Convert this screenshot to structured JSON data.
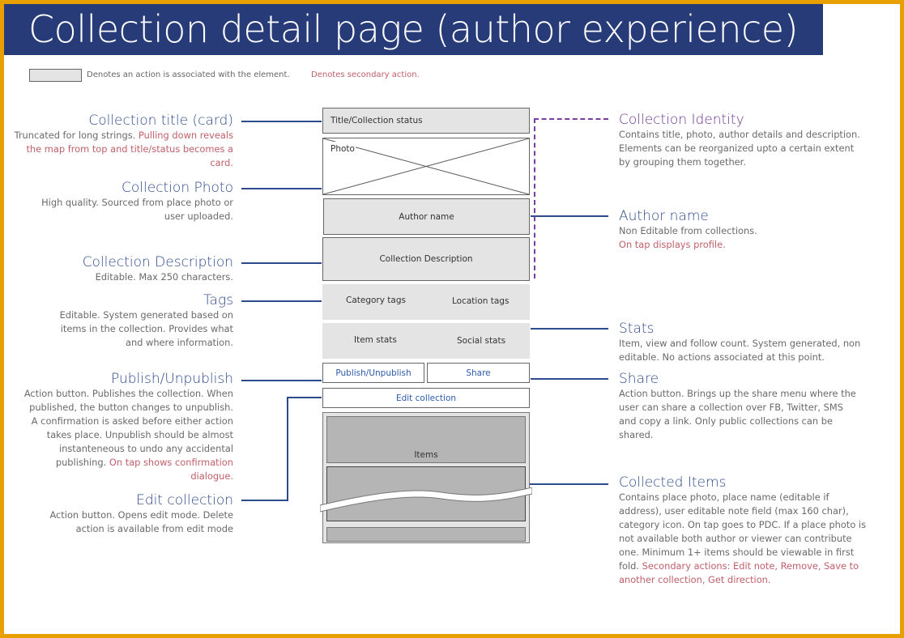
{
  "title": "Collection detail page (author experience)",
  "legend": {
    "action_text": "Denotes an action is associated with the element.",
    "secondary_text": "Denotes secondary action."
  },
  "colors": {
    "frame": "#e8a000",
    "banner": "#273b78",
    "heading_blue": "#2d4a8c",
    "heading_purple": "#6a3590",
    "secondary_action": "#c0606a",
    "body_gray": "#6a6a6a",
    "action_box": "#e4e4e4",
    "items_box": "#b5b5b5"
  },
  "mockup": {
    "title_status": "Title/Collection status",
    "photo": "Photo",
    "author_name": "Author name",
    "description": "Collection Description",
    "category_tags": "Category tags",
    "location_tags": "Location tags",
    "item_stats": "Item stats",
    "social_stats": "Social stats",
    "publish_button": "Publish/Unpublish",
    "share_button": "Share",
    "edit_button": "Edit collection",
    "items": "Items"
  },
  "annotations_left": [
    {
      "heading": "Collection title (card)",
      "body": "Truncated for long strings.",
      "secondary": "Pulling down reveals the map from top and title/status becomes a card."
    },
    {
      "heading": "Collection Photo",
      "body": "High quality. Sourced from place photo or user uploaded.",
      "secondary": ""
    },
    {
      "heading": "Collection Description",
      "body": "Editable. Max 250 characters.",
      "secondary": ""
    },
    {
      "heading": "Tags",
      "body": "Editable. System generated based on items in the collection. Provides what and where information.",
      "secondary": ""
    },
    {
      "heading": "Publish/Unpublish",
      "body": "Action button. Publishes the collection. When published, the button changes to unpublish. A confirmation is asked before either action takes place. Unpublish should be almost instanteneous to undo any accidental publishing.",
      "secondary": "On tap shows confirmation dialogue."
    },
    {
      "heading": "Edit collection",
      "body": "Action button. Opens edit mode. Delete action is available from edit mode",
      "secondary": ""
    }
  ],
  "annotations_right": [
    {
      "heading": "Collection Identity",
      "body": "Contains title, photo, author details and description. Elements can be reorganized upto a certain extent by grouping them together.",
      "secondary": ""
    },
    {
      "heading": "Author name",
      "body": "Non Editable from collections.",
      "secondary": "On tap displays profile."
    },
    {
      "heading": "Stats",
      "body": "Item, view and follow count. System generated, non editable. No actions associated at this point.",
      "secondary": ""
    },
    {
      "heading": "Share",
      "body": "Action button. Brings up the share menu where the user can share a collection over FB, Twitter, SMS and copy a link. Only public collections can be shared.",
      "secondary": ""
    },
    {
      "heading": "Collected Items",
      "body": "Contains place photo, place name (editable if address), user editable note field (max 160 char), category icon. On tap goes to PDC. If a place photo is not available both author or viewer can contribute one. Minimum 1+ items should be viewable in first fold.",
      "secondary": "Secondary actions: Edit note, Remove, Save to another collection, Get direction."
    }
  ]
}
